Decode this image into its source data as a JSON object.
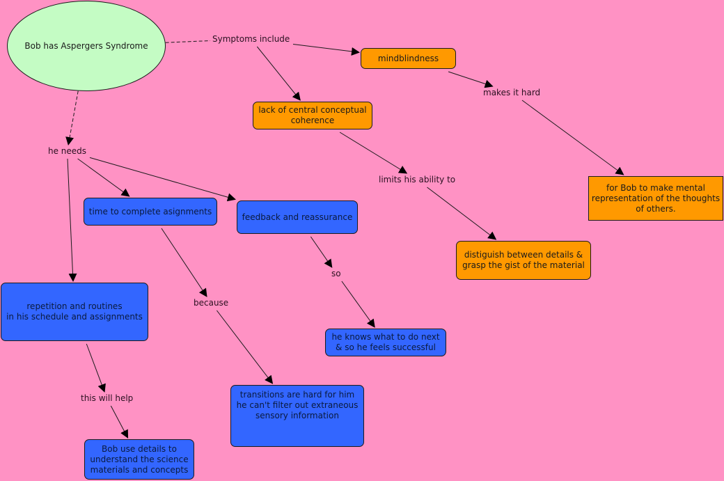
{
  "colors": {
    "background": "#ff92c4",
    "root": "#c4fcc4",
    "symptom": "#ff9900",
    "need": "#3366ff",
    "line": "#1a1a1a"
  },
  "concepts": {
    "root": "Bob has Aspergers Syndrome",
    "mindblindness": "mindblindness",
    "coherence": "lack of central conceptual\ncoherence",
    "mental_rep": "for Bob to make mental\nrepresentation of the thoughts\nof others.",
    "distinguish": "distiguish between details &\ngrasp the gist of the material",
    "time": "time to complete asignments",
    "feedback": "feedback and reassurance",
    "repetition": "repetition and routines\nin his schedule and assignments",
    "knows_next": "he knows what to do next\n& so he feels successful",
    "transitions": "transitions are hard for him\nhe can't filter out extraneous\nsensory information",
    "use_details": "Bob use details to\nunderstand the science\nmaterials and concepts"
  },
  "linking_phrases": {
    "symptoms": "Symptoms include",
    "makes_hard": "makes it hard",
    "limits": "limits his ability to",
    "needs": "he needs",
    "because": "because",
    "so": "so",
    "will_help": "this will help"
  },
  "connections": [
    {
      "from": "root",
      "to": "symptoms",
      "style": "dashed",
      "arrow": false
    },
    {
      "from": "symptoms",
      "to": "mindblindness",
      "style": "solid",
      "arrow": true
    },
    {
      "from": "symptoms",
      "to": "coherence",
      "style": "solid",
      "arrow": true
    },
    {
      "from": "mindblindness",
      "to": "makes_hard",
      "style": "solid",
      "arrow": true
    },
    {
      "from": "makes_hard",
      "to": "mental_rep",
      "style": "solid",
      "arrow": true
    },
    {
      "from": "coherence",
      "to": "limits",
      "style": "solid",
      "arrow": true
    },
    {
      "from": "limits",
      "to": "distinguish",
      "style": "solid",
      "arrow": true
    },
    {
      "from": "root",
      "to": "needs",
      "style": "dashed",
      "arrow": true
    },
    {
      "from": "needs",
      "to": "time",
      "style": "solid",
      "arrow": true
    },
    {
      "from": "needs",
      "to": "feedback",
      "style": "solid",
      "arrow": true
    },
    {
      "from": "needs",
      "to": "repetition",
      "style": "solid",
      "arrow": true
    },
    {
      "from": "time",
      "to": "because",
      "style": "solid",
      "arrow": true
    },
    {
      "from": "because",
      "to": "transitions",
      "style": "solid",
      "arrow": true
    },
    {
      "from": "feedback",
      "to": "so",
      "style": "solid",
      "arrow": true
    },
    {
      "from": "so",
      "to": "knows_next",
      "style": "solid",
      "arrow": true
    },
    {
      "from": "repetition",
      "to": "will_help",
      "style": "solid",
      "arrow": true
    },
    {
      "from": "will_help",
      "to": "use_details",
      "style": "solid",
      "arrow": true
    }
  ]
}
